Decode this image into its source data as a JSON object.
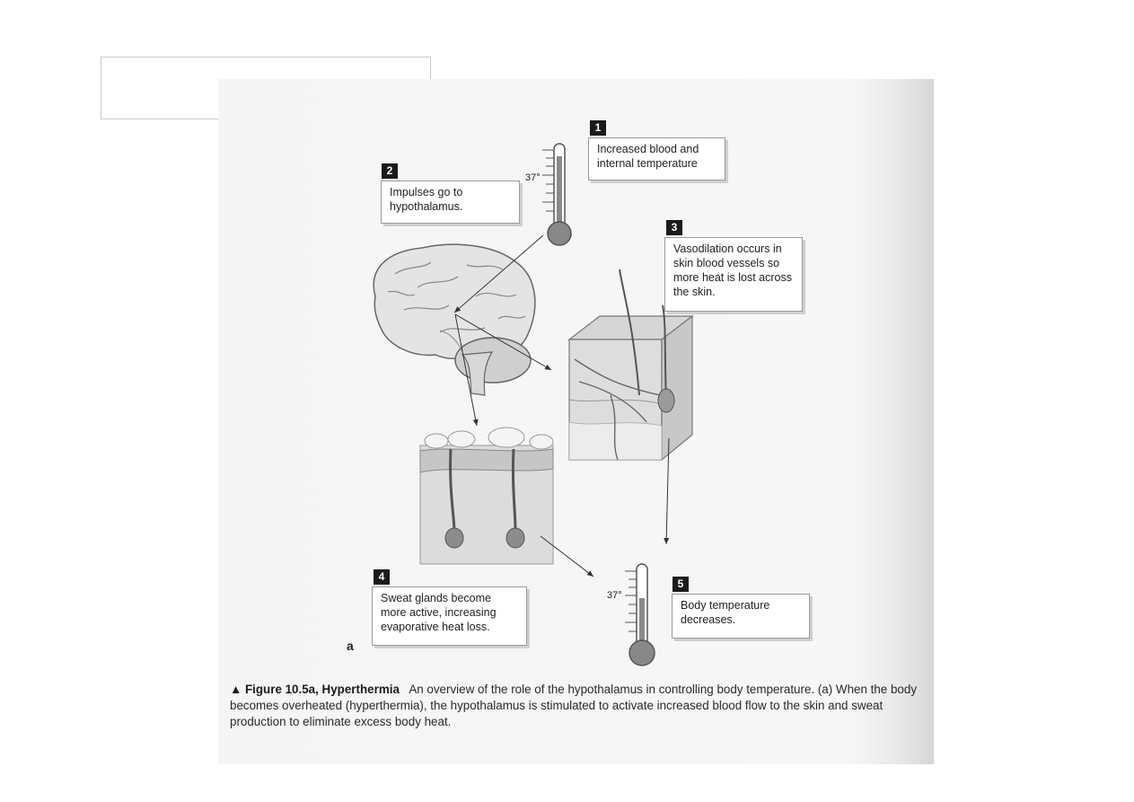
{
  "steps": [
    {
      "number": "1",
      "text": "Increased blood and internal temperature"
    },
    {
      "number": "2",
      "text": "Impulses go to hypothalamus."
    },
    {
      "number": "3",
      "text": "Vasodilation occurs in skin blood vessels so more heat is lost across the skin."
    },
    {
      "number": "4",
      "text": "Sweat glands become more active, increasing evaporative heat loss."
    },
    {
      "number": "5",
      "text": "Body temperature decreases."
    }
  ],
  "thermometers": [
    {
      "label": "37°",
      "fill_level": 0.85
    },
    {
      "label": "37°",
      "fill_level": 0.6
    }
  ],
  "panel_letter": "a",
  "caption": {
    "figure_label": "▲ Figure 10.5a, Hyperthermia",
    "text": "An overview of the role of the hypothalamus in controlling body temperature. (a) When the body becomes overheated (hyperthermia), the hypothalamus is stimulated to activate increased blood flow to the skin and sweat production to eliminate excess body heat."
  }
}
